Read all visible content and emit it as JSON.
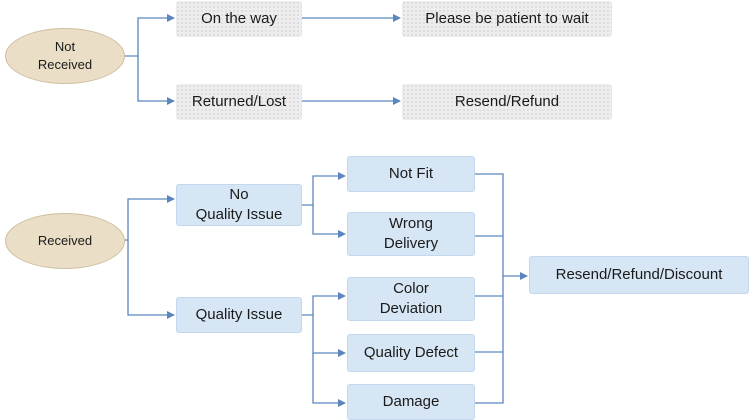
{
  "colors": {
    "connector": "#5b86bd",
    "oval_fill": "#eadfc6",
    "gray_box": "#ededed",
    "blue_box": "#d6e6f5"
  },
  "not_received": {
    "root": "Not\nReceived",
    "on_the_way": "On the way",
    "wait": "Please be patient to wait",
    "returned_lost": "Returned/Lost",
    "resend_refund": "Resend/Refund"
  },
  "received": {
    "root": "Received",
    "no_quality_issue": "No\nQuality Issue",
    "quality_issue": "Quality Issue",
    "not_fit": "Not Fit",
    "wrong_delivery": "Wrong\nDelivery",
    "color_deviation": "Color\nDeviation",
    "quality_defect": "Quality Defect",
    "damage": "Damage",
    "outcome": "Resend/Refund/Discount"
  }
}
